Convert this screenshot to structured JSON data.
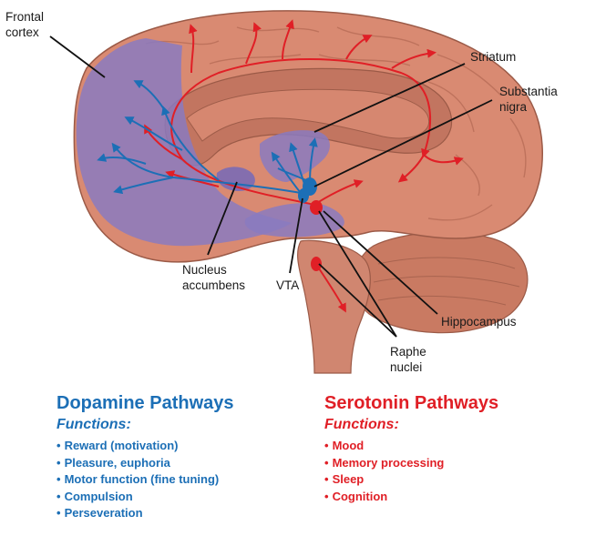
{
  "labels": {
    "frontal_cortex": [
      "Frontal",
      "cortex"
    ],
    "striatum": [
      "Striatum"
    ],
    "substantia_nigra": [
      "Substantia",
      "nigra"
    ],
    "nucleus_accumbens": [
      "Nucleus",
      "accumbens"
    ],
    "vta": [
      "VTA"
    ],
    "hippocampus": [
      "Hippocampus"
    ],
    "raphe_nuclei": [
      "Raphe",
      "nuclei"
    ]
  },
  "dopamine": {
    "title": "Dopamine Pathways",
    "subtitle": "Functions:",
    "items": [
      "Reward (motivation)",
      "Pleasure, euphoria",
      "Motor function (fine tuning)",
      "Compulsion",
      "Perseveration"
    ]
  },
  "serotonin": {
    "title": "Serotonin Pathways",
    "subtitle": "Functions:",
    "items": [
      "Mood",
      "Memory processing",
      "Sleep",
      "Cognition"
    ]
  },
  "colors": {
    "brain": "#d98a72",
    "brain_shadow": "#b56a55",
    "purple_region": "#8a7ac0",
    "dopamine": "#1c6fb6",
    "serotonin": "#e01f26"
  },
  "bullet": "•"
}
